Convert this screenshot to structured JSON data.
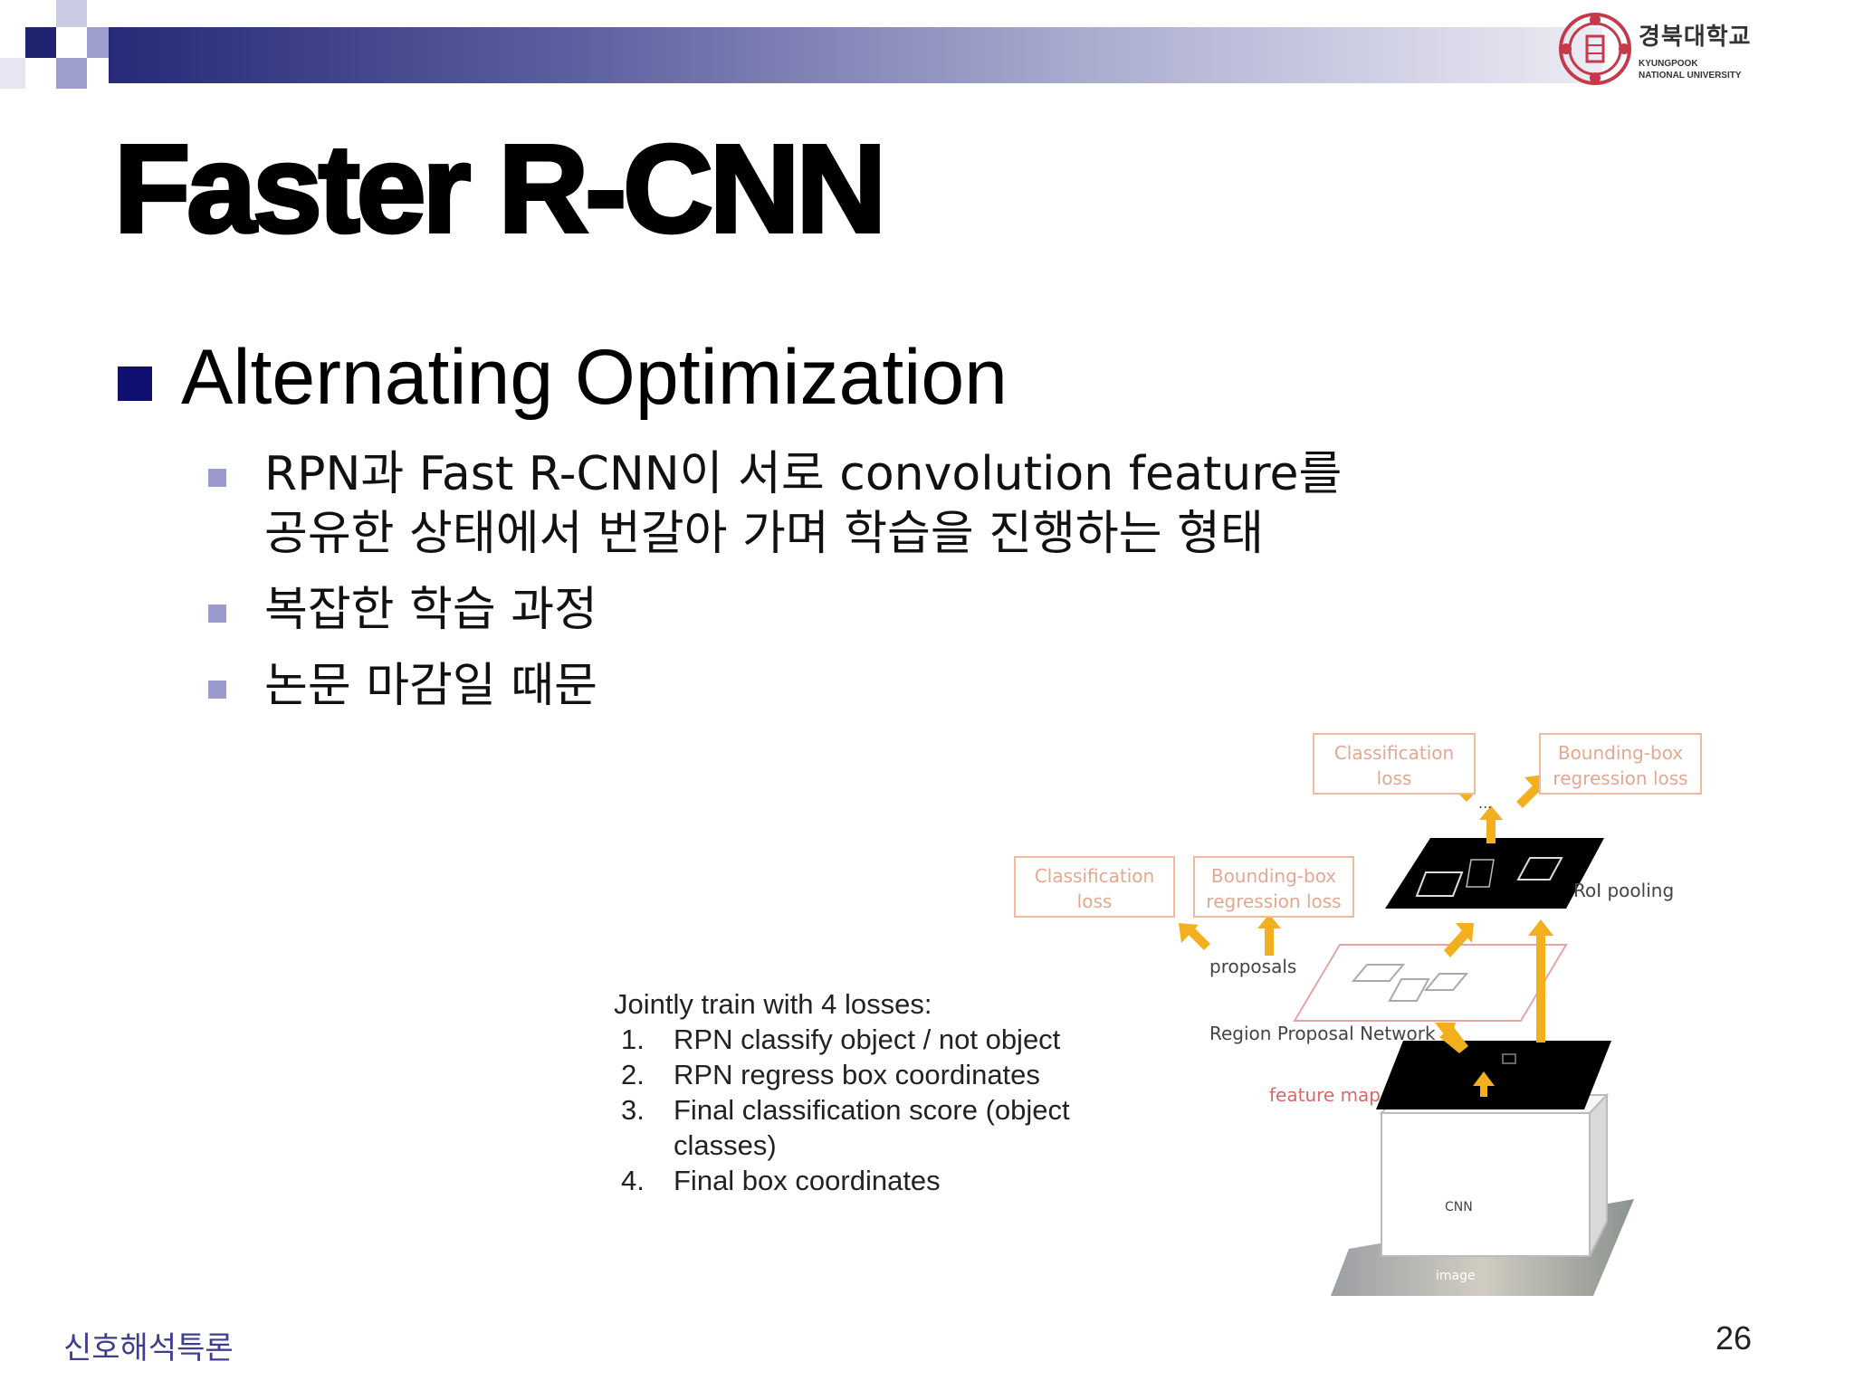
{
  "header": {
    "university_ko": "경북대학교",
    "university_en_line1": "KYUNGPOOK",
    "university_en_line2": "NATIONAL UNIVERSITY",
    "bar_color": "#262a78"
  },
  "slide": {
    "title": "Faster R-CNN",
    "bullet_l1": "Alternating Optimization",
    "bullets_l2": [
      {
        "lines": [
          "RPN과 Fast R-CNN이 서로 convolution feature를",
          "공유한 상태에서 번갈아 가며 학습을 진행하는 형태"
        ]
      },
      {
        "lines": [
          "복잡한 학습 과정"
        ]
      },
      {
        "lines": [
          "논문 마감일 때문"
        ]
      }
    ]
  },
  "figure": {
    "top_loss_cls": [
      "Classification",
      "loss"
    ],
    "top_loss_bbox": [
      "Bounding-box",
      "regression loss"
    ],
    "mid_loss_cls": [
      "Classification",
      "loss"
    ],
    "mid_loss_bbox": [
      "Bounding-box",
      "regression loss"
    ],
    "roi_pooling": "RoI pooling",
    "proposals": "proposals",
    "rpn": "Region Proposal Network",
    "feature_map": "feature map",
    "cnn": "CNN",
    "image": "image",
    "ellipsis": "...",
    "losses_header": "Jointly train with 4 losses:",
    "losses": [
      {
        "num": "1.",
        "lines": [
          "RPN classify object / not object"
        ]
      },
      {
        "num": "2.",
        "lines": [
          "RPN regress box coordinates"
        ]
      },
      {
        "num": "3.",
        "lines": [
          "Final classification score (object",
          "classes)"
        ]
      },
      {
        "num": "4.",
        "lines": [
          "Final box coordinates"
        ]
      }
    ],
    "arrow_color": "#f2b01e"
  },
  "footer": {
    "course": "신호해석특론",
    "page": "26"
  }
}
